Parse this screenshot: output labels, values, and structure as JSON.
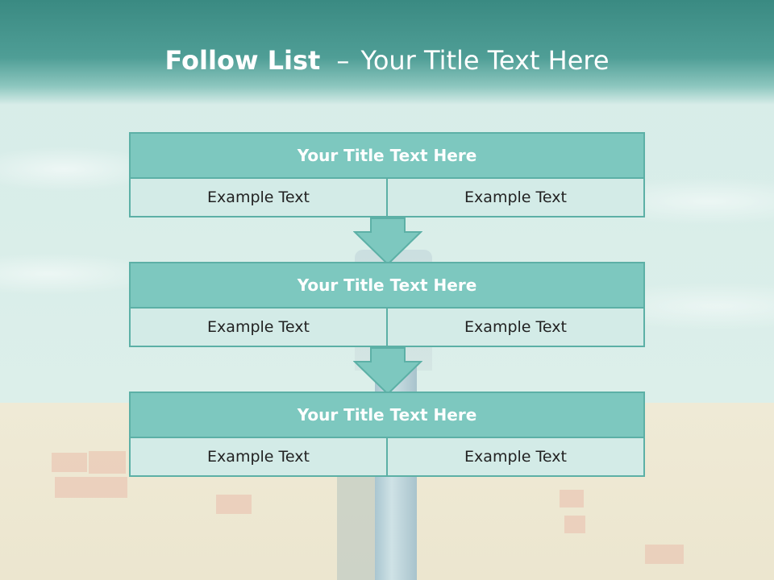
{
  "slide": {
    "title_bold": "Follow List",
    "title_dash": "–",
    "title_rest": "Your Title Text Here"
  },
  "steps": [
    {
      "title": "Your Title Text Here",
      "left": "Example Text",
      "right": "Example Text"
    },
    {
      "title": "Your Title Text Here",
      "left": "Example Text",
      "right": "Example Text"
    },
    {
      "title": "Your Title Text Here",
      "left": "Example Text",
      "right": "Example Text"
    }
  ],
  "colors": {
    "header_teal": "#3a8a82",
    "card_title_fill": "#7dc8bf",
    "card_cell_fill": "#d3ebe7",
    "border_teal": "#5cb0a6",
    "arrow_fill": "#7dc8bf"
  }
}
